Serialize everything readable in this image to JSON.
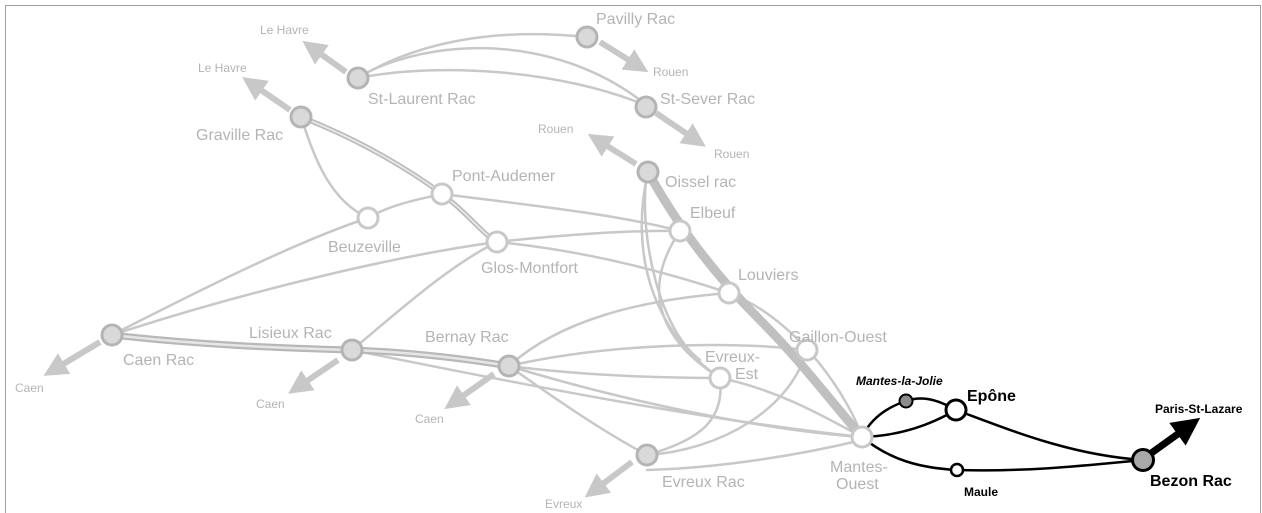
{
  "colors": {
    "grey_line": "#c8c8c8",
    "grey_node_fill": "#d9d9d9",
    "grey_node_stroke": "#b4b4b4",
    "grey_text": "#b4b4b4",
    "black": "#000000",
    "dark_node_fill": "#8c8c8c",
    "bezon_fill": "#a8a8a8"
  },
  "labels": {
    "pavilly": "Pavilly Rac",
    "le_havre_1": "Le Havre",
    "le_havre_2": "Le Havre",
    "rouen_1": "Rouen",
    "rouen_2": "Rouen",
    "rouen_3": "Rouen",
    "st_laurent": "St-Laurent Rac",
    "st_sever": "St-Sever Rac",
    "graville": "Graville Rac",
    "pont_audemer": "Pont-Audemer",
    "oissel": "Oissel rac",
    "elbeuf": "Elbeuf",
    "beuzeville": "Beuzeville",
    "glos_montfort": "Glos-Montfort",
    "louviers": "Louviers",
    "caen_rac": "Caen Rac",
    "lisieux": "Lisieux Rac",
    "bernay": "Bernay Rac",
    "gaillon": "Gaillon-Ouest",
    "evreux_est_1": "Evreux-",
    "evreux_est_2": "Est",
    "caen_1": "Caen",
    "caen_2": "Caen",
    "caen_3": "Caen",
    "mantes_la_jolie": "Mantes-la-Jolie",
    "epone": "Epône",
    "paris": "Paris-St-Lazare",
    "mantes_ouest_1": "Mantes-",
    "mantes_ouest_2": "Ouest",
    "evreux_rac": "Evreux Rac",
    "evreux": "Evreux",
    "maule": "Maule",
    "bezon": "Bezon Rac"
  }
}
